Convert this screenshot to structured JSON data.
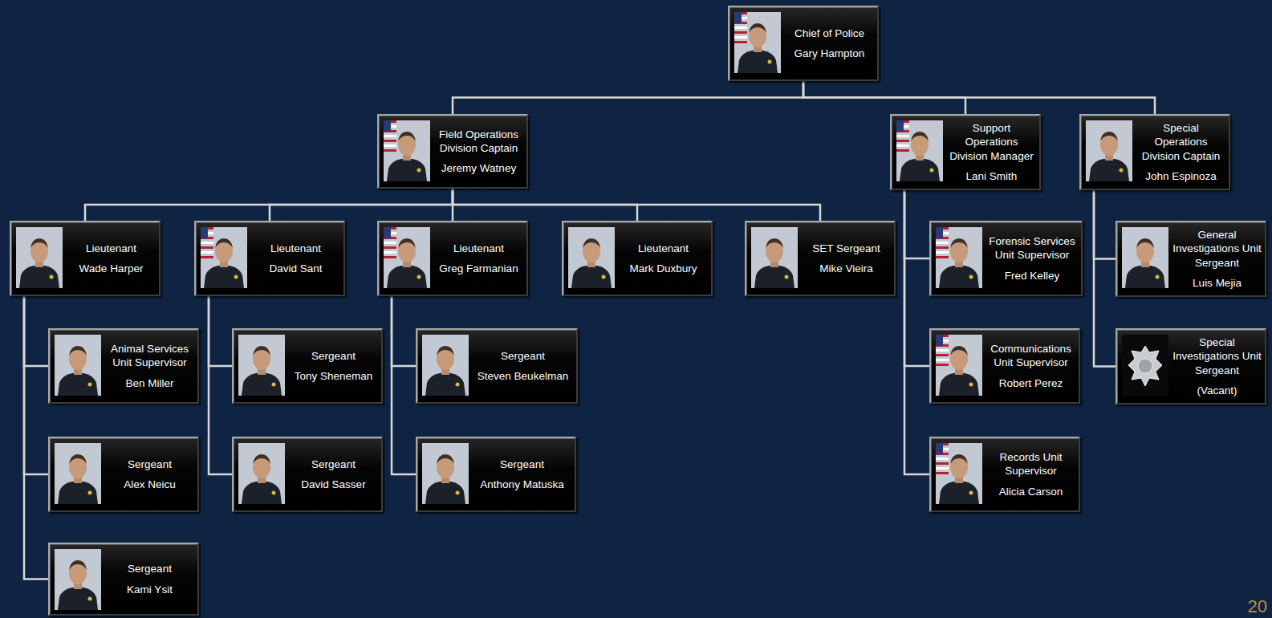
{
  "diagram": {
    "nodes": [
      {
        "text": [
          "Chief of Police",
          "Gary Hampton"
        ]
      },
      {
        "text": [
          "Field Operations Division Captain",
          "Jeremy Watney"
        ]
      },
      {
        "text": [
          "Support Operations Division Manager",
          "Lani Smith"
        ]
      },
      {
        "text": [
          "Special Operations Division Captain",
          "John Espinoza"
        ]
      },
      {
        "text": [
          "Lieutenant",
          "Wade Harper"
        ]
      },
      {
        "text": [
          "Lieutenant",
          "David Sant"
        ]
      },
      {
        "text": [
          "Lieutenant",
          "Greg Farmanian"
        ]
      },
      {
        "text": [
          "Lieutenant",
          "Mark Duxbury"
        ]
      },
      {
        "text": [
          "SET Sergeant",
          "Mike Vieira"
        ]
      },
      {
        "text": [
          "Forensic Services Unit Supervisor",
          "Fred Kelley"
        ]
      },
      {
        "text": [
          "General Investigations Unit Sergeant",
          "Luis Mejia"
        ]
      },
      {
        "text": [
          "Animal Services Unit Supervisor",
          "Ben Miller"
        ]
      },
      {
        "text": [
          "Sergeant",
          "Tony Sheneman"
        ]
      },
      {
        "text": [
          "Sergeant",
          "Steven Beukelman"
        ]
      },
      {
        "text": [
          "Communications Unit Supervisor",
          "Robert Perez"
        ]
      },
      {
        "text": [
          "Special Investigations Unit Sergeant",
          "(Vacant)"
        ]
      },
      {
        "text": [
          "Sergeant",
          "Alex Neicu"
        ]
      },
      {
        "text": [
          "Sergeant",
          "David Sasser"
        ]
      },
      {
        "text": [
          "Sergeant",
          "Anthony Matuska"
        ]
      },
      {
        "text": [
          "Records Unit Supervisor",
          "Alicia Carson"
        ]
      },
      {
        "text": [
          "Sergeant",
          "Kami Ysit"
        ]
      }
    ],
    "edges": [
      {
        "from": 0,
        "to": 1,
        "arrow": "none"
      },
      {
        "from": 0,
        "to": 2,
        "arrow": "none"
      },
      {
        "from": 0,
        "to": 3,
        "arrow": "none"
      },
      {
        "from": 1,
        "to": 4,
        "arrow": "none"
      },
      {
        "from": 1,
        "to": 5,
        "arrow": "none"
      },
      {
        "from": 1,
        "to": 6,
        "arrow": "none"
      },
      {
        "from": 1,
        "to": 7,
        "arrow": "none"
      },
      {
        "from": 1,
        "to": 8,
        "arrow": "none"
      },
      {
        "from": 4,
        "to": 11,
        "arrow": "none"
      },
      {
        "from": 4,
        "to": 16,
        "arrow": "none"
      },
      {
        "from": 4,
        "to": 20,
        "arrow": "none"
      },
      {
        "from": 5,
        "to": 12,
        "arrow": "none"
      },
      {
        "from": 5,
        "to": 17,
        "arrow": "none"
      },
      {
        "from": 6,
        "to": 13,
        "arrow": "none"
      },
      {
        "from": 6,
        "to": 18,
        "arrow": "none"
      },
      {
        "from": 2,
        "to": 9,
        "arrow": "none"
      },
      {
        "from": 2,
        "to": 14,
        "arrow": "none"
      },
      {
        "from": 2,
        "to": 19,
        "arrow": "none"
      },
      {
        "from": 3,
        "to": 10,
        "arrow": "none"
      },
      {
        "from": 3,
        "to": 15,
        "arrow": "none"
      }
    ],
    "labels": [
      "20"
    ]
  }
}
